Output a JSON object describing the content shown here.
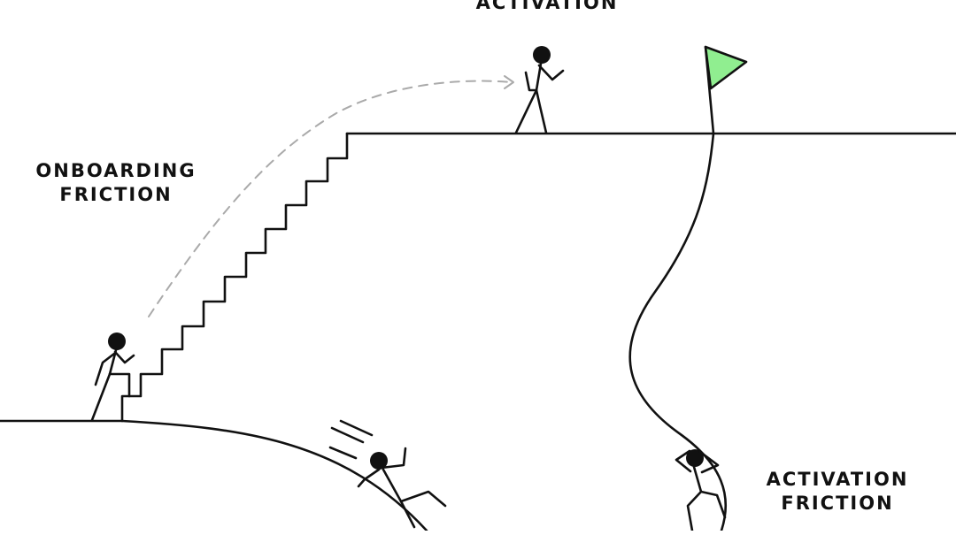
{
  "labels": {
    "top": "ACTIVATION",
    "onboarding_line1": "ONBOARDING",
    "onboarding_line2": "FRICTION",
    "activation_friction_line1": "ACTIVATION",
    "activation_friction_line2": "FRICTION"
  },
  "colors": {
    "ink": "#111111",
    "flag": "#90EE90",
    "dashed_arrow": "#aaaaaa",
    "background": "#ffffff"
  },
  "icons": [
    "goal-flag-icon",
    "stick-figure-icon",
    "dashed-arrow-icon"
  ]
}
